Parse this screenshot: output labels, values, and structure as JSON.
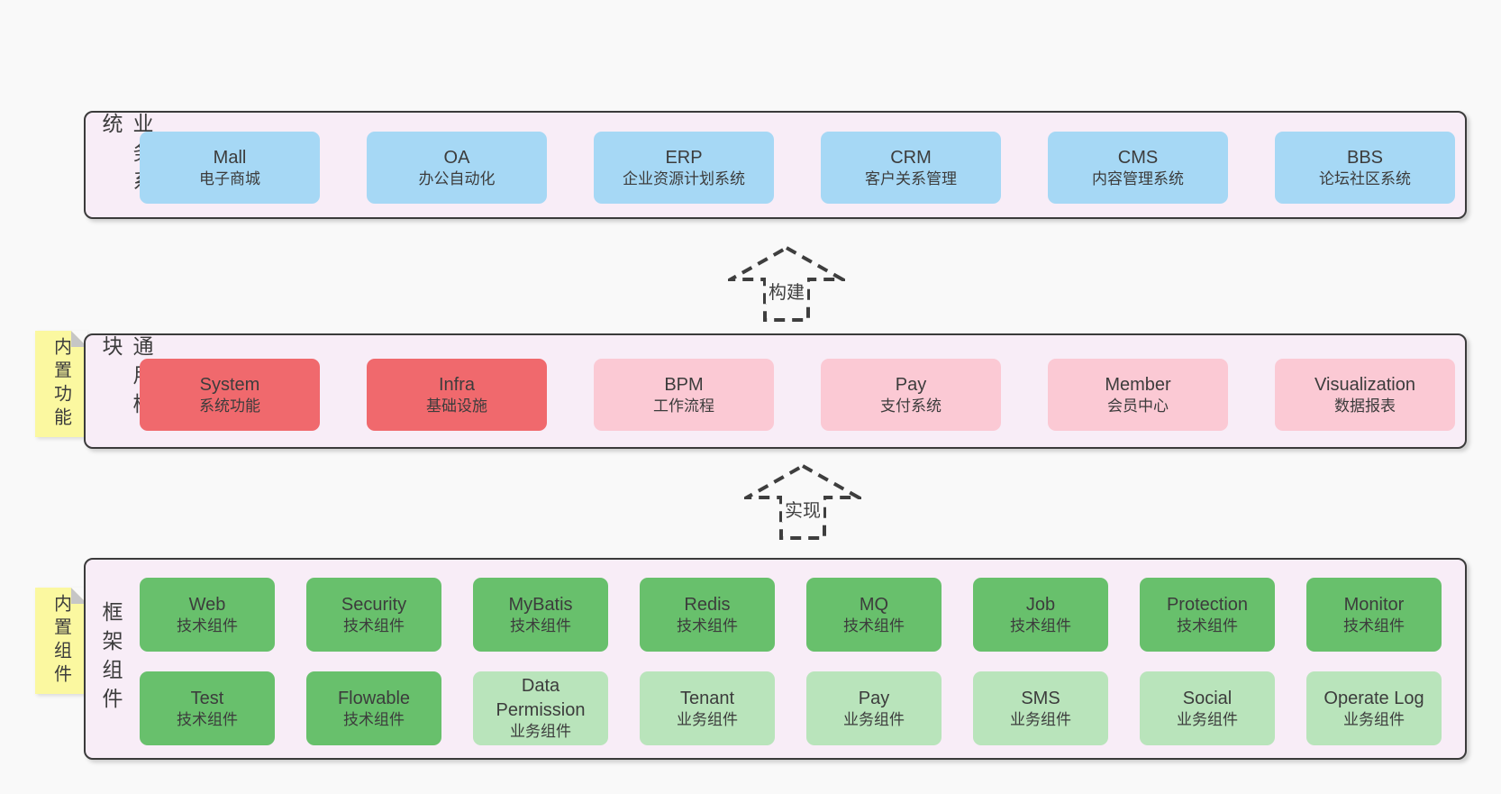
{
  "colors": {
    "page_bg": "#f9f9f9",
    "band_bg": "#f8edf7",
    "band_border": "#3b3b3b",
    "box_blue": "#a6d8f5",
    "box_red": "#f0696d",
    "box_pink": "#fbc9d4",
    "green_dark": "#68c06c",
    "green_light": "#b9e4bb",
    "sticky_yellow": "#fbf8a0",
    "sticky_fold": "#c6c6c6",
    "text": "#3c3c3c",
    "arrow": "#3e3e3e"
  },
  "bands": {
    "business": {
      "label": "业务系统",
      "boxes": [
        {
          "en": "Mall",
          "zh": "电子商城"
        },
        {
          "en": "OA",
          "zh": "办公自动化"
        },
        {
          "en": "ERP",
          "zh": "企业资源计划系统"
        },
        {
          "en": "CRM",
          "zh": "客户关系管理"
        },
        {
          "en": "CMS",
          "zh": "内容管理系统"
        },
        {
          "en": "BBS",
          "zh": "论坛社区系统"
        }
      ]
    },
    "modules": {
      "label": "通用模块",
      "sticky": "内置功能",
      "boxes": [
        {
          "en": "System",
          "zh": "系统功能"
        },
        {
          "en": "Infra",
          "zh": "基础设施"
        },
        {
          "en": "BPM",
          "zh": "工作流程"
        },
        {
          "en": "Pay",
          "zh": "支付系统"
        },
        {
          "en": "Member",
          "zh": "会员中心"
        },
        {
          "en": "Visualization",
          "zh": "数据报表"
        }
      ]
    },
    "components": {
      "label": "框架组件",
      "sticky": "内置组件",
      "row1": [
        {
          "en": "Web",
          "zh": "技术组件"
        },
        {
          "en": "Security",
          "zh": "技术组件"
        },
        {
          "en": "MyBatis",
          "zh": "技术组件"
        },
        {
          "en": "Redis",
          "zh": "技术组件"
        },
        {
          "en": "MQ",
          "zh": "技术组件"
        },
        {
          "en": "Job",
          "zh": "技术组件"
        },
        {
          "en": "Protection",
          "zh": "技术组件"
        },
        {
          "en": "Monitor",
          "zh": "技术组件"
        }
      ],
      "row2": [
        {
          "en": "Test",
          "zh": "技术组件"
        },
        {
          "en": "Flowable",
          "zh": "技术组件"
        },
        {
          "en": "Data Permission",
          "zh": "业务组件"
        },
        {
          "en": "Tenant",
          "zh": "业务组件"
        },
        {
          "en": "Pay",
          "zh": "业务组件"
        },
        {
          "en": "SMS",
          "zh": "业务组件"
        },
        {
          "en": "Social",
          "zh": "业务组件"
        },
        {
          "en": "Operate Log",
          "zh": "业务组件"
        }
      ]
    }
  },
  "arrows": {
    "build": {
      "label": "构建"
    },
    "implement": {
      "label": "实现"
    }
  }
}
